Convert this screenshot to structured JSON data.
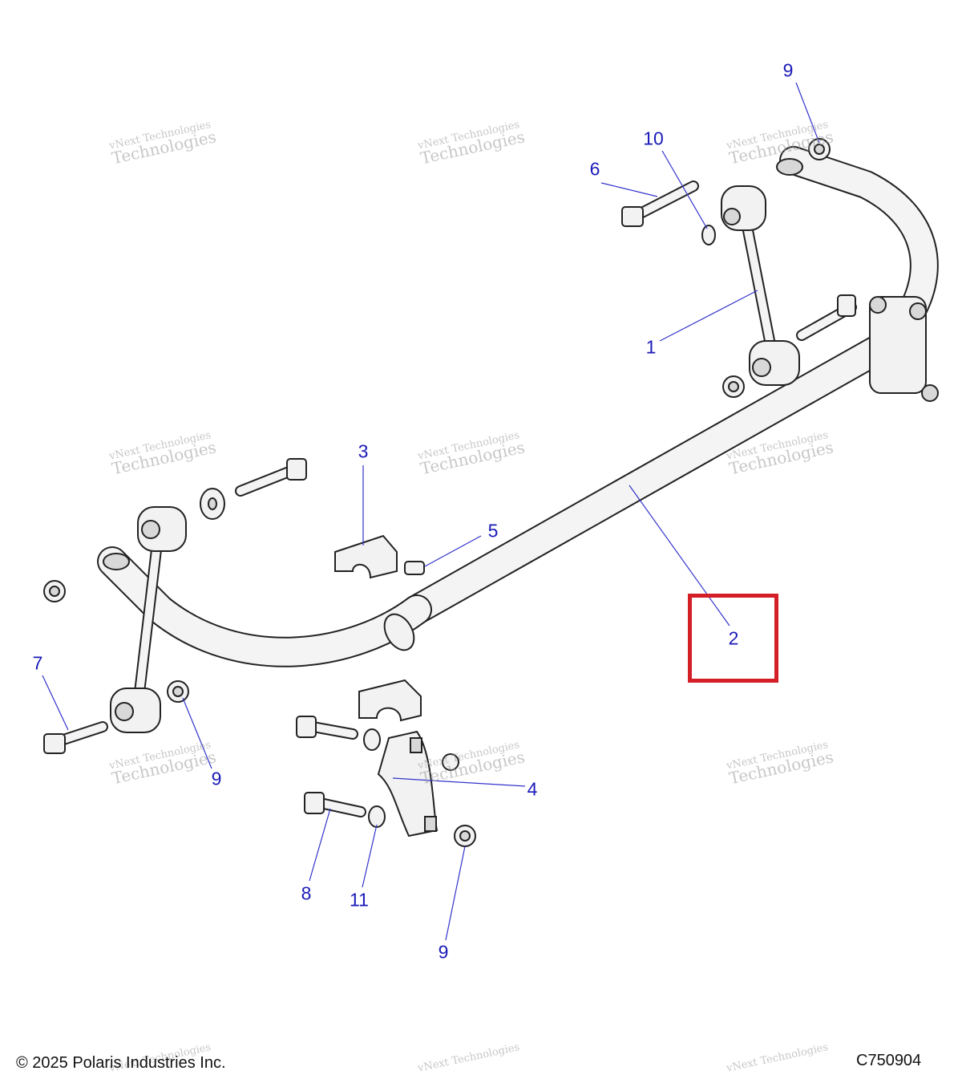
{
  "callouts": [
    {
      "id": "c9a",
      "label": "9"
    },
    {
      "id": "c10",
      "label": "10"
    },
    {
      "id": "c6",
      "label": "6"
    },
    {
      "id": "c1",
      "label": "1"
    },
    {
      "id": "c3",
      "label": "3"
    },
    {
      "id": "c5",
      "label": "5"
    },
    {
      "id": "c2",
      "label": "2"
    },
    {
      "id": "c7",
      "label": "7"
    },
    {
      "id": "c9b",
      "label": "9"
    },
    {
      "id": "c4",
      "label": "4"
    },
    {
      "id": "c8",
      "label": "8"
    },
    {
      "id": "c11",
      "label": "11"
    },
    {
      "id": "c9c",
      "label": "9"
    }
  ],
  "watermark": {
    "line1": "vNext Technologies",
    "line2": "Technologies"
  },
  "footer": {
    "copyright": "© 2025 Polaris Industries Inc.",
    "figure_code": "C750904"
  },
  "colors": {
    "callout": "#1a1ab8",
    "highlight": "#d41f26",
    "leader": "#3333cc"
  }
}
